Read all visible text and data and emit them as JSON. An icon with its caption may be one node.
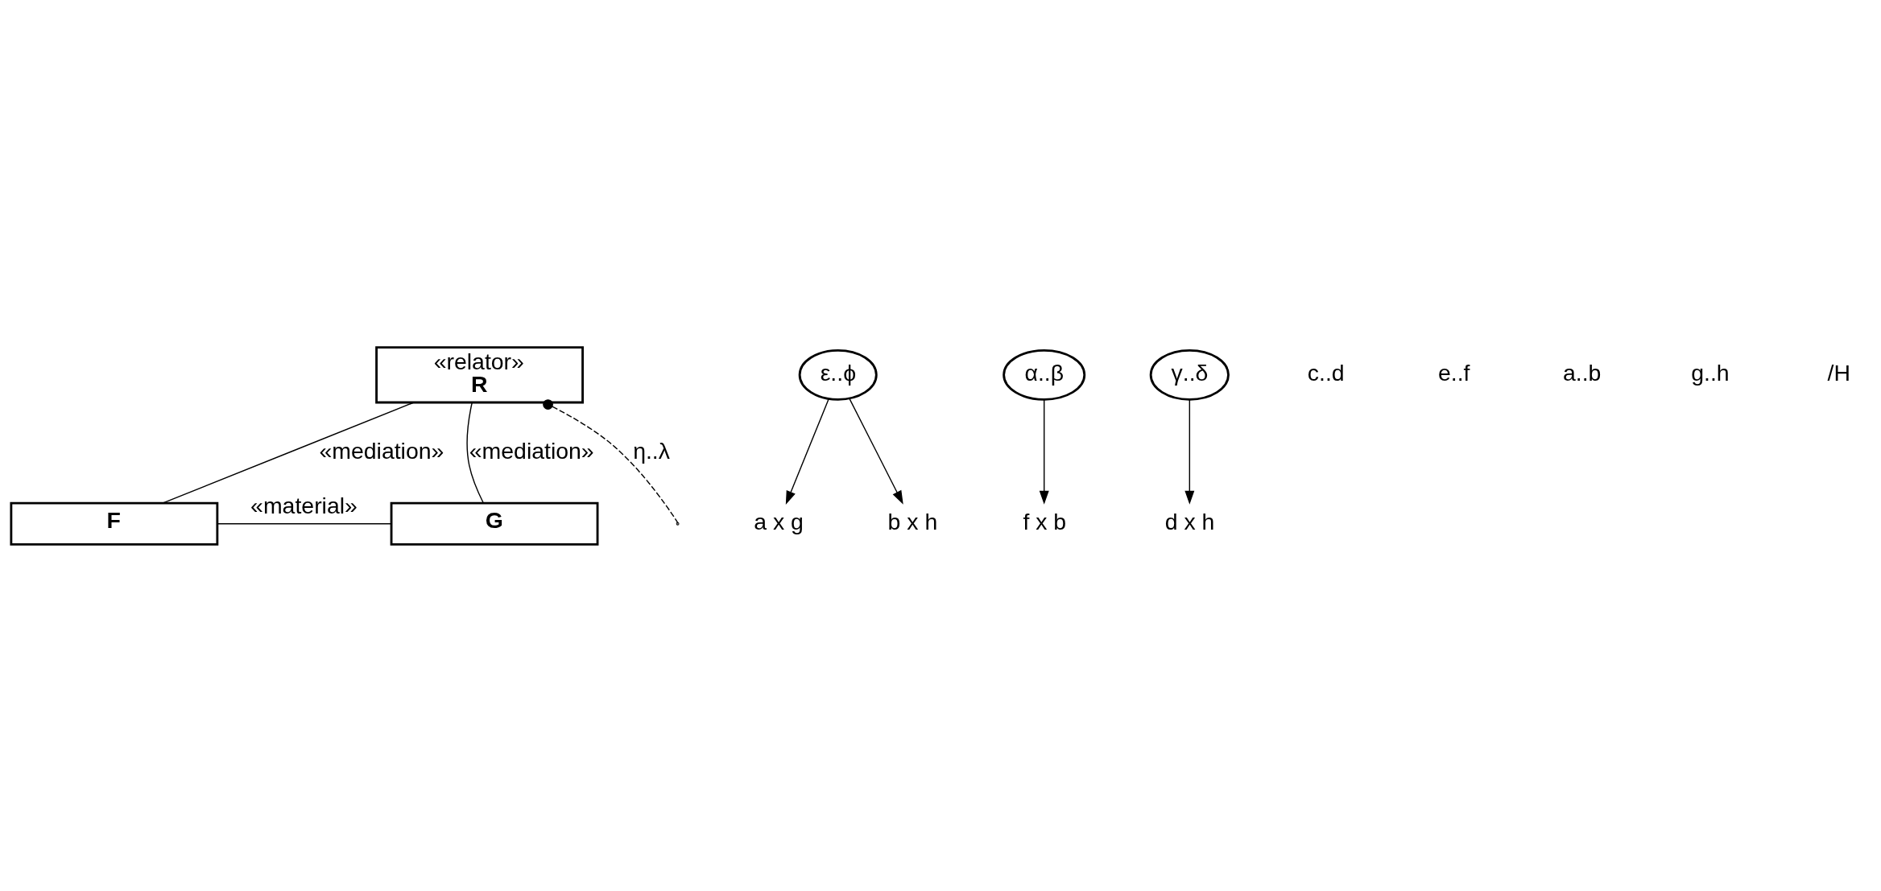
{
  "diagram": {
    "nodes": [
      {
        "text": [
          "«relator»",
          "R"
        ]
      },
      {
        "text": [
          "F"
        ]
      },
      {
        "text": [
          "G"
        ]
      },
      {
        "text": [
          "ε..ϕ"
        ]
      },
      {
        "text": [
          "a x g"
        ]
      },
      {
        "text": [
          "b x h"
        ]
      },
      {
        "text": [
          "α..β"
        ]
      },
      {
        "text": [
          "f x b"
        ]
      },
      {
        "text": [
          "γ..δ"
        ]
      },
      {
        "text": [
          "d x h"
        ]
      }
    ],
    "edges": [
      {
        "from": 0,
        "to": 1,
        "arrow": "none",
        "label": "«mediation»"
      },
      {
        "from": 0,
        "to": 2,
        "arrow": "none",
        "label": "«mediation»"
      },
      {
        "from": 1,
        "to": 2,
        "arrow": "none",
        "label": "«material»"
      },
      {
        "from": 0,
        "to": null,
        "arrow": "other",
        "style": "dashed",
        "label": "η..λ"
      },
      {
        "from": 3,
        "to": 4,
        "arrow": "to"
      },
      {
        "from": 3,
        "to": 5,
        "arrow": "to"
      },
      {
        "from": 6,
        "to": 7,
        "arrow": "to"
      },
      {
        "from": 8,
        "to": 9,
        "arrow": "to"
      }
    ],
    "labels": [
      "c..d",
      "e..f",
      "a..b",
      "g..h",
      "/H"
    ]
  }
}
